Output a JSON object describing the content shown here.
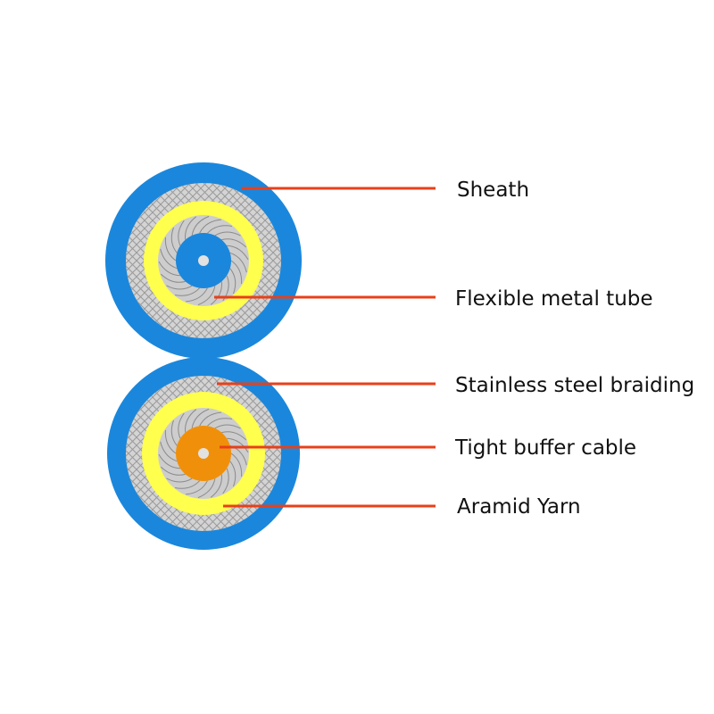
{
  "colors": {
    "sheath": "#1a87dc",
    "braid_bg": "#d4d4d4",
    "braid_line": "#9a9a9a",
    "tube": "#ffff4d",
    "yarn_bg": "#cdcdcd",
    "yarn_line": "#8a8a8a",
    "core_top": "#1a87dc",
    "core_bottom": "#f0900a",
    "fiber": "#e2e2e2",
    "leader": "#e8401a"
  },
  "labels": {
    "sheath": "Sheath",
    "flexible_metal_tube": "Flexible metal tube",
    "stainless_steel_braiding": "Stainless steel braiding",
    "tight_buffer_cable": "Tight buffer cable",
    "aramid_yarn": "Aramid Yarn"
  }
}
